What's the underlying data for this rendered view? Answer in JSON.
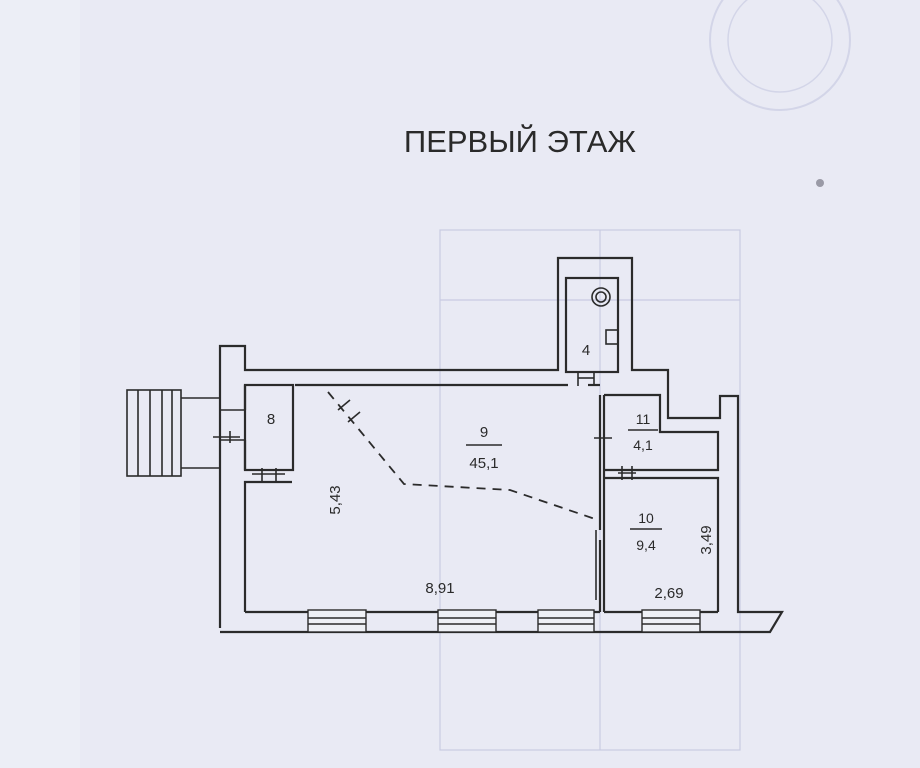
{
  "title": "ПЕРВЫЙ ЭТАЖ",
  "rooms": [
    {
      "id": "8",
      "number": "8"
    },
    {
      "id": "4",
      "number": "4"
    },
    {
      "id": "9",
      "number": "9",
      "area": "45,1"
    },
    {
      "id": "11",
      "number": "11",
      "area": "4,1"
    },
    {
      "id": "10",
      "number": "10",
      "area": "9,4"
    }
  ],
  "dimensions": {
    "hall_height": "5,43",
    "hall_width": "8,91",
    "room10_height": "3,49",
    "room10_width": "2,69"
  },
  "colors": {
    "background": "#e9eaf4",
    "line": "#2b2b2b"
  }
}
